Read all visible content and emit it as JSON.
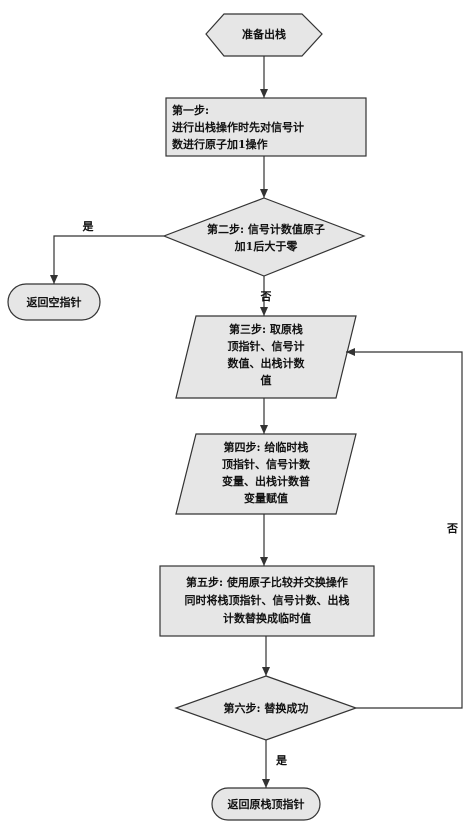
{
  "nodes": {
    "start": {
      "text": "准备出栈"
    },
    "step1": {
      "lines": [
        "第一步:",
        "进行出栈操作时先对信号计",
        "数进行原子加1操作"
      ]
    },
    "step2": {
      "lines": [
        "第二步: 信号计数值原子",
        "加1后大于零"
      ]
    },
    "return_null": {
      "text": "返回空指针"
    },
    "step3": {
      "lines": [
        "第三步: 取原栈",
        "顶指针、信号计",
        "数值、出栈计数",
        "值"
      ]
    },
    "step4": {
      "lines": [
        "第四步: 给临时栈",
        "顶指针、信号计数",
        "变量、出栈计数普",
        "变量赋值"
      ]
    },
    "step5": {
      "lines": [
        "第五步: 使用原子比较并交换操作",
        "同时将栈顶指针、信号计数、出栈",
        "计数替换成临时值"
      ]
    },
    "step6": {
      "text": "第六步: 替换成功"
    },
    "end": {
      "text": "返回原栈顶指针"
    }
  },
  "edges": {
    "yes_to_null": "是",
    "no_to_step3": "否",
    "loop_no": "否",
    "yes_to_end": "是"
  },
  "colors": {
    "fill": "#e6e6e6",
    "stroke": "#333333"
  }
}
